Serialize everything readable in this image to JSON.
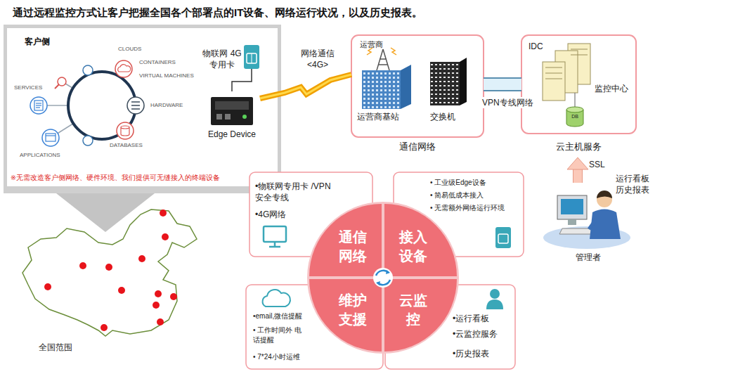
{
  "diagram": {
    "title": "通过远程监控方式让客户把握全国各个部署点的IT设备、网络运行状况，以及历史报表。",
    "nodes": [
      {
        "text": [
          "客户侧",
          "※无需改造客户侧网络、硬件环境、我们提供可无缝接入的终端设备"
        ]
      },
      {
        "text": [
          "物联网 4G专用卡"
        ],
        "in": 0
      },
      {
        "text": [
          "Edge Device"
        ],
        "in": 0
      },
      {
        "text": [
          "通信网络"
        ]
      },
      {
        "text": [
          "云主机服务"
        ]
      },
      {
        "text": [
          "管理者"
        ]
      },
      {
        "text": [
          "通信 网络"
        ]
      },
      {
        "text": [
          "接入 设备"
        ]
      },
      {
        "text": [
          "维护 支援"
        ]
      },
      {
        "text": [
          "云监 控"
        ]
      },
      {
        "text": [
          "•物联网专用卡 /VPN安全专线",
          "•4G网络"
        ]
      },
      {
        "text": [
          "• 工业级Edge设备",
          "• 简易低成本接入",
          "• 无需额外网络运行环境"
        ]
      },
      {
        "text": [
          "•email,微信提醒",
          "• 工作时间外 电话提醒",
          "• 7*24小时运维"
        ]
      },
      {
        "text": [
          "•运行看板",
          "•云监控服务",
          "•历史报表"
        ]
      }
    ],
    "edges": [
      {
        "from": 1,
        "to": 2,
        "arrow": "none"
      },
      {
        "from": 2,
        "to": 3,
        "label": "网络通信 <4G>",
        "arrow": "none"
      },
      {
        "from": 3,
        "to": 4,
        "label": "VPN专线网络",
        "arrow": "none"
      },
      {
        "from": 5,
        "to": 4,
        "label": "SSL",
        "arrow": "to"
      }
    ],
    "labels": [
      "CLOUDS",
      "CONTAINERS",
      "VIRTUAL MACHINES",
      "HARDWARE",
      "DATABASES",
      "APPLICATIONS",
      "SERVICES",
      "运营商",
      "运营商基站",
      "交换机",
      "IDC",
      "监控中心",
      "DB",
      "运行看板 历史报表",
      "全国范围"
    ]
  }
}
